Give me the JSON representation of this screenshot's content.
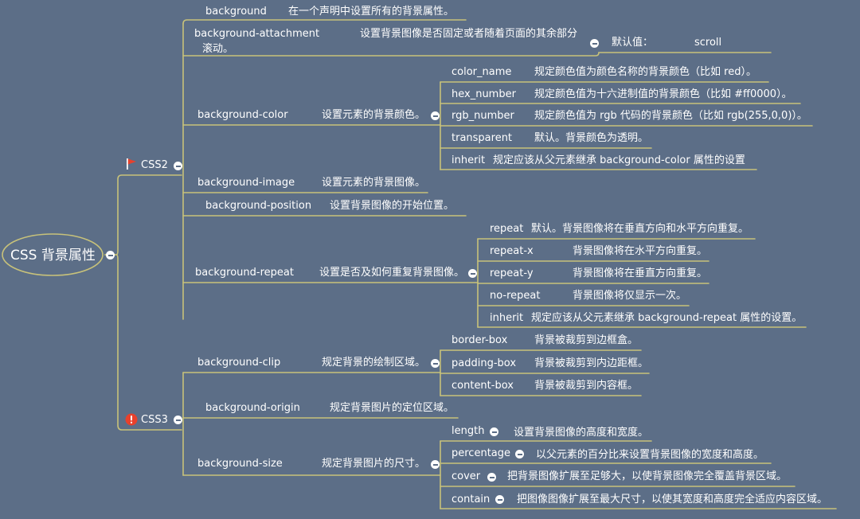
{
  "root": "CSS 背景属性",
  "branches": {
    "css2": {
      "label": "CSS2",
      "icon": "flag-icon",
      "items": {
        "background": {
          "name": "background",
          "desc": "在一个声明中设置所有的背景属性。"
        },
        "attachment": {
          "name": "background-attachment",
          "desc_line1": "设置背景图像是否固定或者随着页面的其余部分",
          "desc_line2": "滚动。",
          "default_label": "默认值：",
          "default_value": "scroll"
        },
        "color": {
          "name": "background-color",
          "desc": "设置元素的背景颜色。",
          "values": [
            {
              "name": "color_name",
              "desc": "规定颜色值为颜色名称的背景颜色（比如 red）。"
            },
            {
              "name": "hex_number",
              "desc": "规定颜色值为十六进制值的背景颜色（比如 #ff0000）。"
            },
            {
              "name": "rgb_number",
              "desc": "规定颜色值为 rgb 代码的背景颜色（比如 rgb(255,0,0)）。"
            },
            {
              "name": "transparent",
              "desc": "默认。背景颜色为透明。"
            },
            {
              "name": "inherit",
              "desc": "规定应该从父元素继承 background-color 属性的设置"
            }
          ]
        },
        "image": {
          "name": "background-image",
          "desc": "设置元素的背景图像。"
        },
        "position": {
          "name": "background-position",
          "desc": "设置背景图像的开始位置。"
        },
        "repeat": {
          "name": "background-repeat",
          "desc": "设置是否及如何重复背景图像。",
          "values": [
            {
              "name": "repeat",
              "desc": "默认。背景图像将在垂直方向和水平方向重复。"
            },
            {
              "name": "repeat-x",
              "desc": "背景图像将在水平方向重复。"
            },
            {
              "name": "repeat-y",
              "desc": "背景图像将在垂直方向重复。"
            },
            {
              "name": "no-repeat",
              "desc": "背景图像将仅显示一次。"
            },
            {
              "name": "inherit",
              "desc": "规定应该从父元素继承 background-repeat 属性的设置。"
            }
          ]
        }
      }
    },
    "css3": {
      "label": "CSS3",
      "icon": "exclamation-icon",
      "items": {
        "clip": {
          "name": "background-clip",
          "desc": "规定背景的绘制区域。",
          "values": [
            {
              "name": "border-box",
              "desc": "背景被裁剪到边框盒。"
            },
            {
              "name": "padding-box",
              "desc": "背景被裁剪到内边距框。"
            },
            {
              "name": "content-box",
              "desc": "背景被裁剪到内容框。"
            }
          ]
        },
        "origin": {
          "name": "background-origin",
          "desc": "规定背景图片的定位区域。"
        },
        "size": {
          "name": "background-size",
          "desc": "规定背景图片的尺寸。",
          "values": [
            {
              "name": "length",
              "desc": "设置背景图像的高度和宽度。"
            },
            {
              "name": "percentage",
              "desc": "以父元素的百分比来设置背景图像的宽度和高度。"
            },
            {
              "name": "cover",
              "desc": "把背景图像扩展至足够大，以使背景图像完全覆盖背景区域。"
            },
            {
              "name": "contain",
              "desc": "把图像图像扩展至最大尺寸，以使其宽度和高度完全适应内容区域。"
            }
          ]
        }
      }
    }
  },
  "colors": {
    "background": "#5c6e87",
    "line": "#c8c27a",
    "text": "#ffffff",
    "flag": "#e8412c",
    "alert": "#e8412c"
  }
}
